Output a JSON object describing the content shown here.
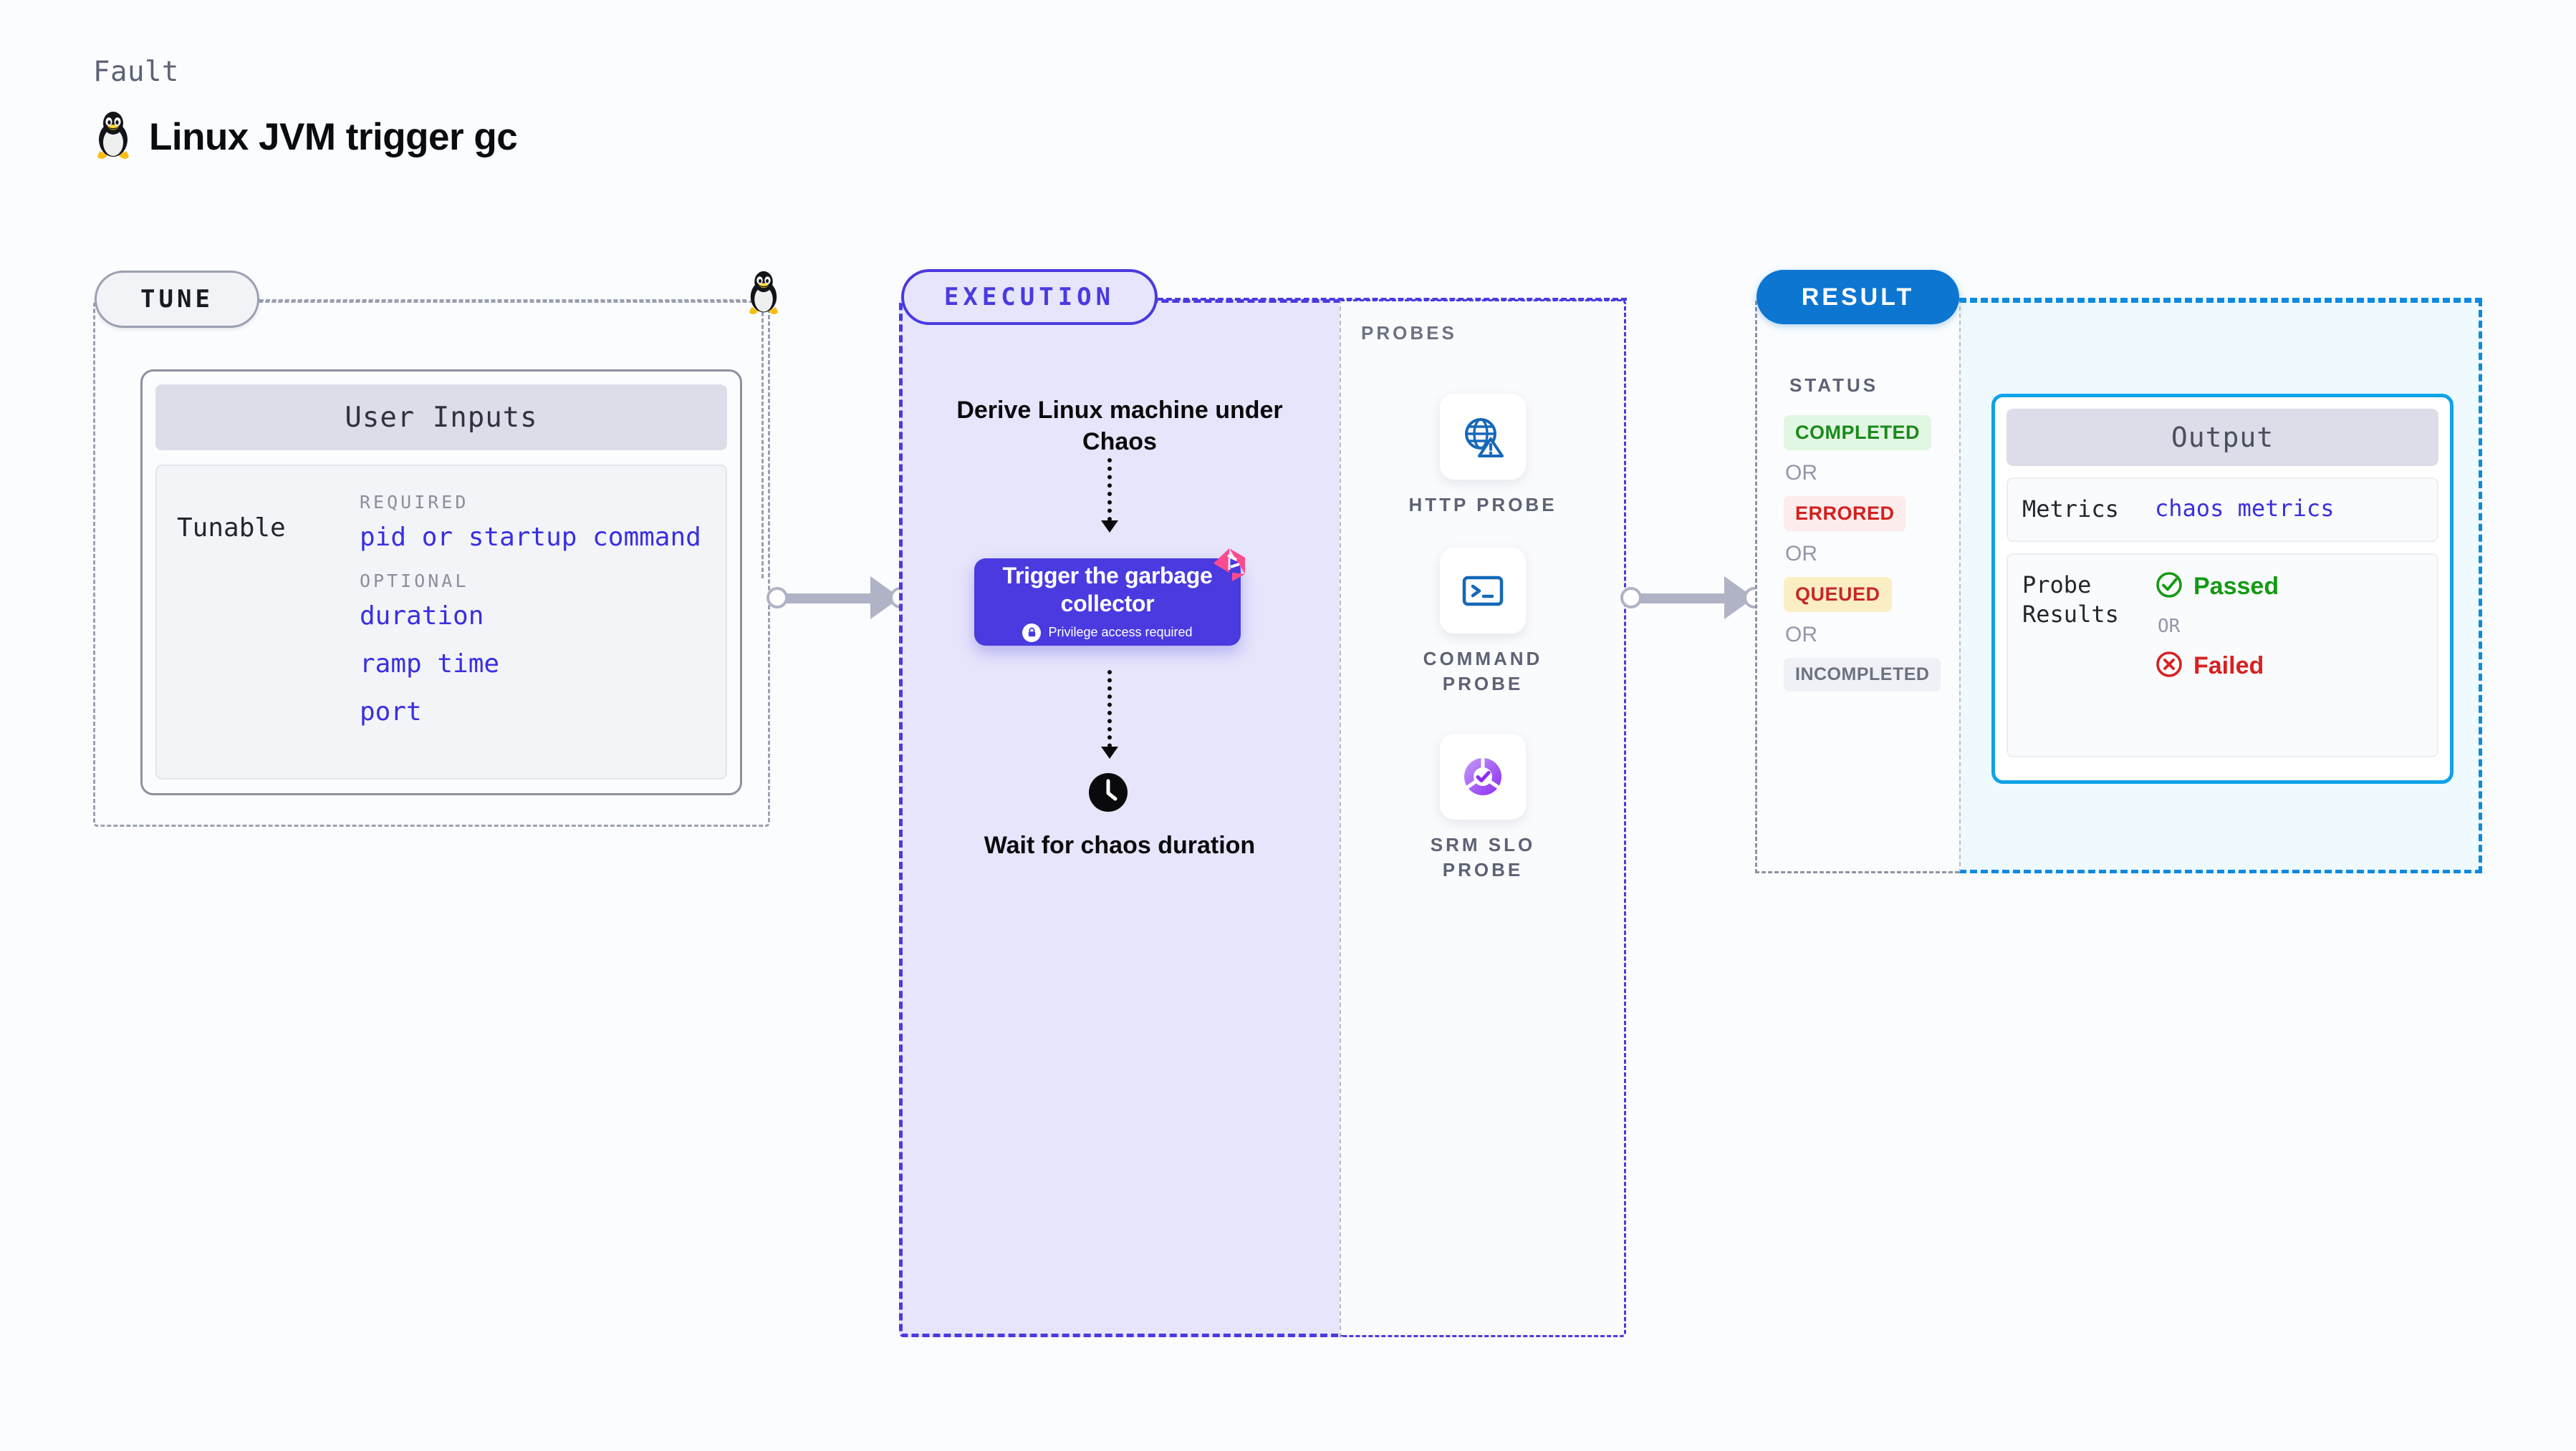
{
  "header": {
    "kicker": "Fault",
    "title": "Linux JVM trigger gc",
    "icon": "linux-tux-icon"
  },
  "tune": {
    "pill_label": "TUNE",
    "card_title": "User Inputs",
    "tunable_label": "Tunable",
    "groups": [
      {
        "label": "REQUIRED",
        "items": [
          "pid or startup command"
        ]
      },
      {
        "label": "OPTIONAL",
        "items": [
          "duration",
          "ramp time",
          "port"
        ]
      }
    ]
  },
  "execution": {
    "pill_label": "EXECUTION",
    "step_derive": "Derive Linux machine under Chaos",
    "trigger": {
      "title": "Trigger the garbage collector",
      "privilege_note": "Privilege access required",
      "lock_icon": "lock-icon",
      "flag_icon": "chaos-flag-icon"
    },
    "step_wait": "Wait for chaos duration",
    "clock_icon": "clock-icon"
  },
  "probes": {
    "title": "PROBES",
    "items": [
      {
        "label": "HTTP PROBE",
        "icon": "globe-warning-icon"
      },
      {
        "label": "COMMAND PROBE",
        "icon": "terminal-icon"
      },
      {
        "label": "SRM SLO PROBE",
        "icon": "slo-donut-check-icon"
      }
    ]
  },
  "result": {
    "pill_label": "RESULT",
    "status_title": "STATUS",
    "or_label": "OR",
    "statuses": [
      {
        "label": "COMPLETED",
        "bg": "#e2f6e4",
        "fg": "#1b8a1b"
      },
      {
        "label": "ERRORED",
        "bg": "#fdecec",
        "fg": "#d32020"
      },
      {
        "label": "QUEUED",
        "bg": "#fceec4",
        "fg": "#c62828"
      },
      {
        "label": "INCOMPLETED",
        "bg": "#f0f1f6",
        "fg": "#6b7280"
      }
    ]
  },
  "output": {
    "card_title": "Output",
    "metrics_key": "Metrics",
    "metrics_value": "chaos metrics",
    "probe_key": "Probe Results",
    "passed_label": "Passed",
    "failed_label": "Failed",
    "or_label": "OR",
    "passed_icon": "check-circle-icon",
    "failed_icon": "x-circle-icon"
  },
  "colors": {
    "accent_purple": "#4a3ae0",
    "accent_blue": "#0d76d1",
    "accent_cyan": "#0fa3e8",
    "link_blue": "#3a2fe0",
    "flag_pink": "#fa4c8f"
  }
}
